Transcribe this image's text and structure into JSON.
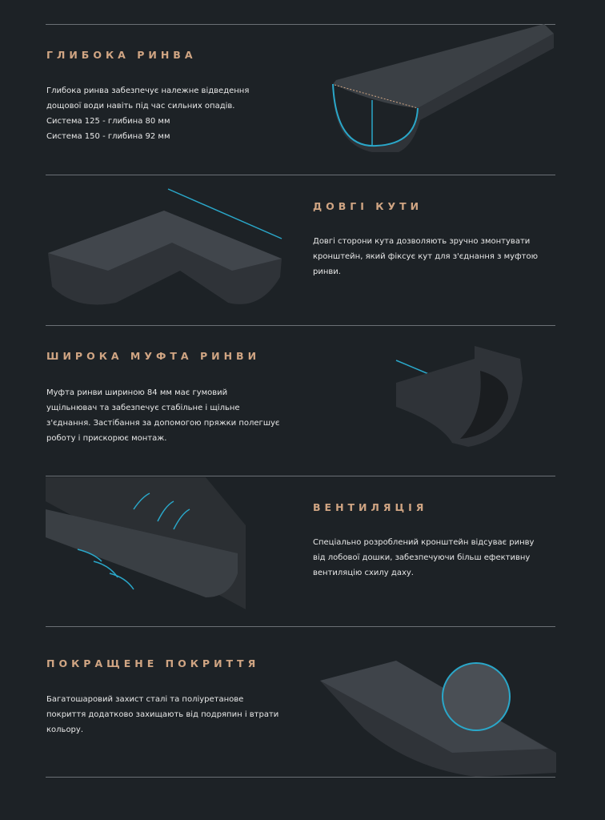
{
  "sections": [
    {
      "title": "ГЛИБОКА РИНВА",
      "text": "Глибока ринва забезпечує належне відведення\nдощової води навіть під час сильних опадів.\nСистема 125 - глибина 80 мм\nСистема 150 - глибина 92 мм"
    },
    {
      "title": "ДОВГІ КУТИ",
      "text": "Довгі сторони кута дозволяють зручно змонтувати\nкронштейн, який фіксує кут для з'єднання з муфтою\nринви."
    },
    {
      "title": "ШИРОКА МУФТА РИНВИ",
      "text": "Муфта ринви шириною 84 мм має гумовий\nущільнювач та забезпечує стабільне і щільне\nз'єднання. Застібання за допомогою пряжки полегшує\nроботу і прискорює монтаж."
    },
    {
      "title": "ВЕНТИЛЯЦІЯ",
      "text": "Спеціально розроблений кронштейн відсуває ринву\nвід лобової дошки, забезпечуючи більш ефективну\nвентиляцію схилу даху."
    },
    {
      "title": "ПОКРАЩЕНЕ ПОКРИТТЯ",
      "text": "Багатошаровий захист сталі та поліуретанове\nпокриття додатково захищають від подряпин і втрати\nкольору."
    }
  ],
  "colors": {
    "background": "#1d2226",
    "accent": "#d0a583",
    "arrow": "#2aa7c9"
  }
}
